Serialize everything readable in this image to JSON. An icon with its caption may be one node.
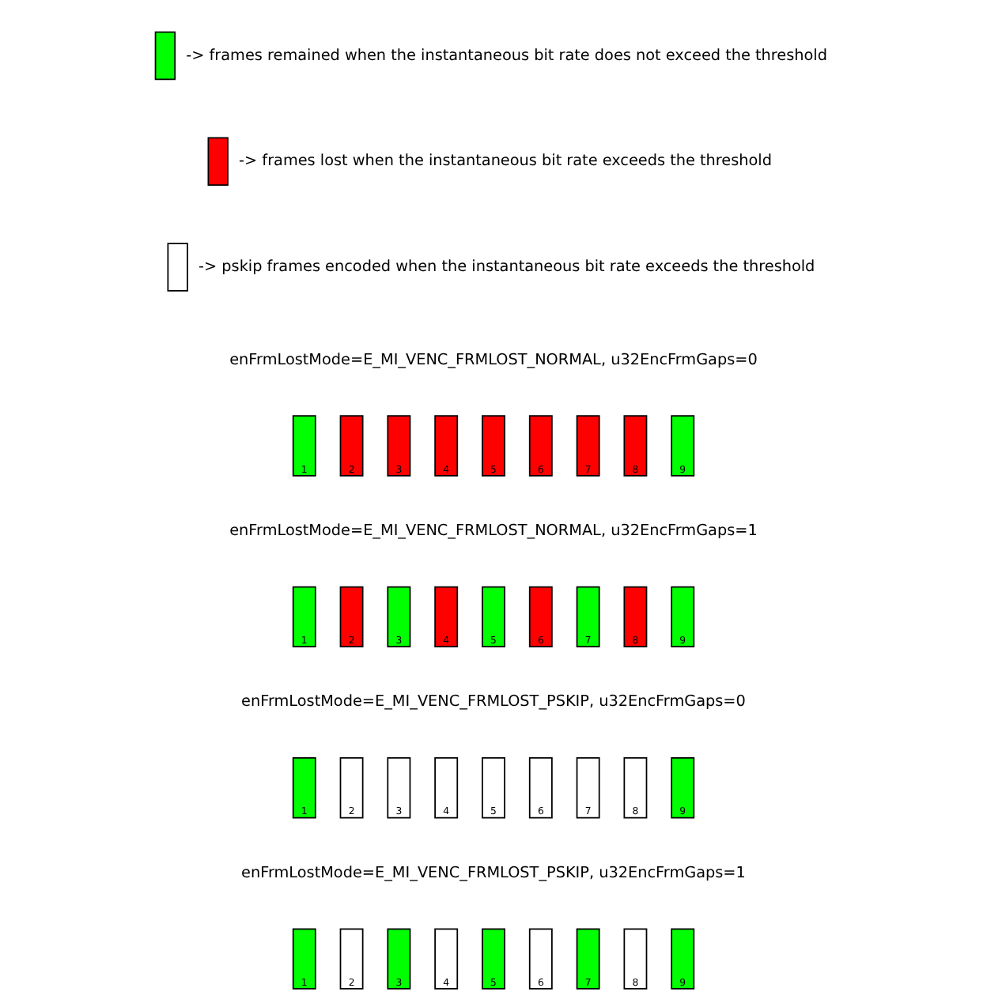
{
  "diagram": {
    "nodes": [
      {
        "text": [
          "1"
        ]
      },
      {
        "text": [
          "2"
        ]
      },
      {
        "text": [
          "3"
        ]
      },
      {
        "text": [
          "4"
        ]
      },
      {
        "text": [
          "5"
        ]
      },
      {
        "text": [
          "6"
        ]
      },
      {
        "text": [
          "7"
        ]
      },
      {
        "text": [
          "8"
        ]
      },
      {
        "text": [
          "9"
        ]
      },
      {
        "text": [
          "1"
        ]
      },
      {
        "text": [
          "2"
        ]
      },
      {
        "text": [
          "3"
        ]
      },
      {
        "text": [
          "4"
        ]
      },
      {
        "text": [
          "5"
        ]
      },
      {
        "text": [
          "6"
        ]
      },
      {
        "text": [
          "7"
        ]
      },
      {
        "text": [
          "8"
        ]
      },
      {
        "text": [
          "9"
        ]
      },
      {
        "text": [
          "1"
        ]
      },
      {
        "text": [
          "2"
        ]
      },
      {
        "text": [
          "3"
        ]
      },
      {
        "text": [
          "4"
        ]
      },
      {
        "text": [
          "5"
        ]
      },
      {
        "text": [
          "6"
        ]
      },
      {
        "text": [
          "7"
        ]
      },
      {
        "text": [
          "8"
        ]
      },
      {
        "text": [
          "9"
        ]
      },
      {
        "text": [
          "1"
        ]
      },
      {
        "text": [
          "2"
        ]
      },
      {
        "text": [
          "3"
        ]
      },
      {
        "text": [
          "4"
        ]
      },
      {
        "text": [
          "5"
        ]
      },
      {
        "text": [
          "6"
        ]
      },
      {
        "text": [
          "7"
        ]
      },
      {
        "text": [
          "8"
        ]
      },
      {
        "text": [
          "9"
        ]
      }
    ],
    "edges": [],
    "labels": [
      "enFrmLostMode=E_MI_VENC_FRMLOST_NORMAL, u32EncFrmGaps=0",
      "enFrmLostMode=E_MI_VENC_FRMLOST_NORMAL, u32EncFrmGaps=1",
      "enFrmLostMode=E_MI_VENC_FRMLOST_PSKIP, u32EncFrmGaps=0",
      "enFrmLostMode=E_MI_VENC_FRMLOST_PSKIP, u32EncFrmGaps=1"
    ],
    "legend": [
      {
        "text": "-> frames remained when the instantaneous bit rate does not exceed the threshold",
        "color": "#00ff00"
      },
      {
        "text": "-> frames lost when the instantaneous bit rate exceeds the threshold",
        "color": "#ff0000"
      },
      {
        "text": "-> pskip frames encoded when the instantaneous bit rate exceeds the threshold",
        "color": "#ffffff"
      }
    ]
  }
}
